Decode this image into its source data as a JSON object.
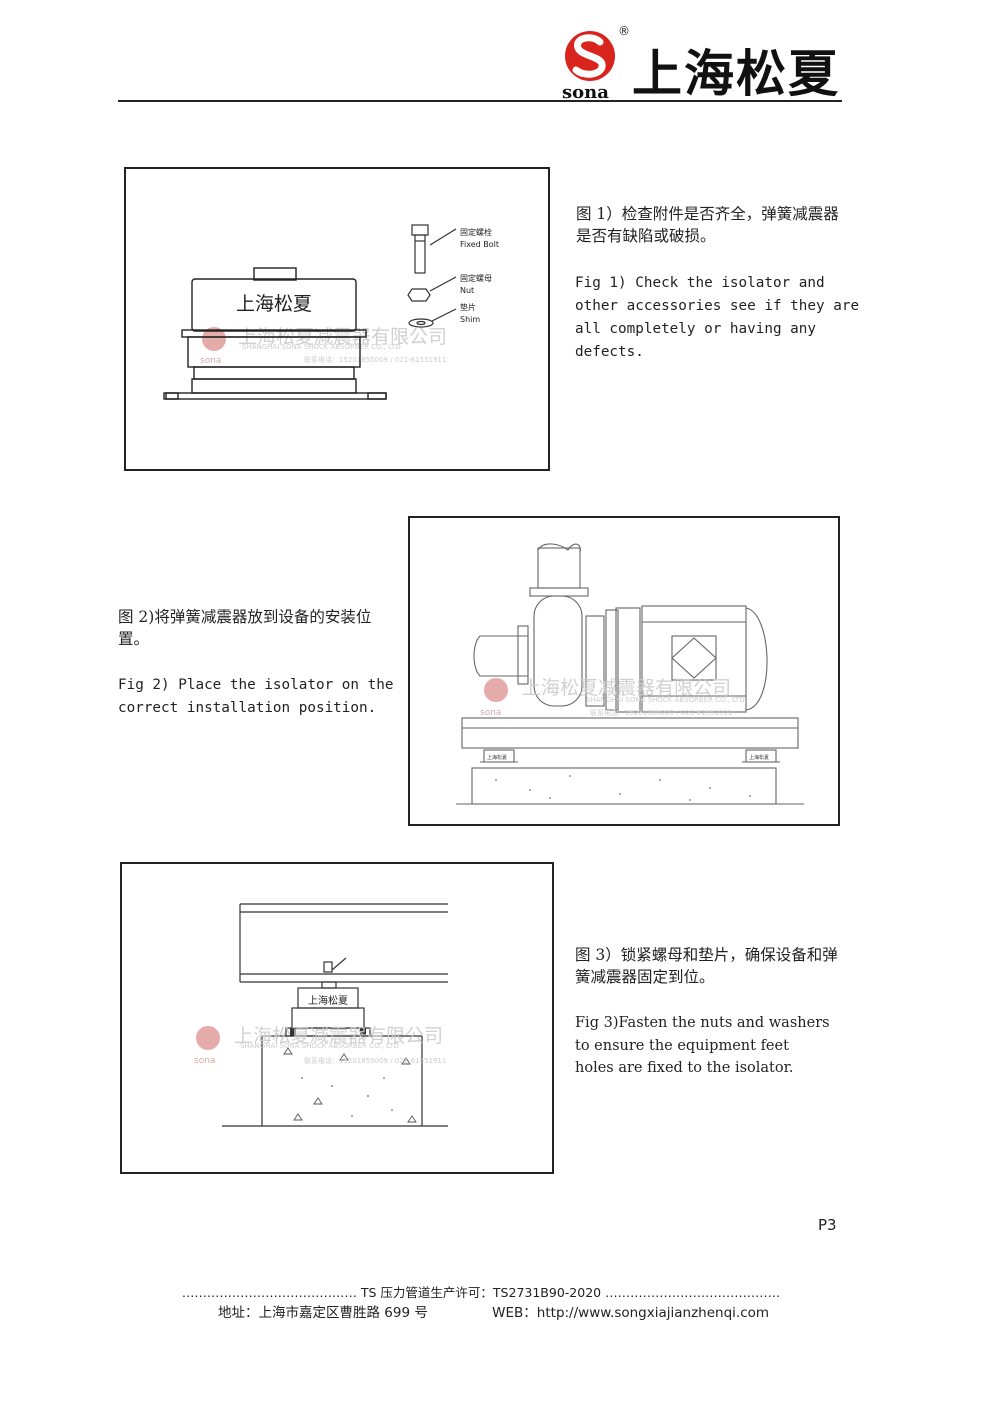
{
  "header": {
    "brand_cn": "上海松夏",
    "brand_en": "sona",
    "registered": "®"
  },
  "figure1": {
    "caption_cn": "图 1）检查附件是否齐全，弹簧减震器是否有缺陷或破损。",
    "caption_en": "Fig 1) Check the isolator and\nother accessories see if they are\nall completely or having any\ndefects.",
    "isolator_label": "上海松夏",
    "parts": [
      {
        "cn": "固定螺栓",
        "en": "Fixed Bolt"
      },
      {
        "cn": "固定螺母",
        "en": "Nut"
      },
      {
        "cn": "垫片",
        "en": "Shim"
      }
    ]
  },
  "figure2": {
    "caption_cn": "图 2)将弹簧减震器放到设备的安装位置。",
    "caption_en": "Fig 2) Place the isolator on the\ncorrect installation position.",
    "isolator_label": "上海松夏"
  },
  "figure3": {
    "caption_cn": "图 3）锁紧螺母和垫片，确保设备和弹簧减震器固定到位。",
    "caption_en": "Fig 3)Fasten the nuts and washers\nto ensure the equipment feet\nholes are fixed to the isolator.",
    "isolator_label": "上海松夏"
  },
  "watermark": {
    "company_cn": "上海松夏减震器有限公司",
    "company_en": "SHANGHAI SONA SHOCK ABSORBER CO., LTD",
    "phone": "联系电话：15201855009 / 021-61551911",
    "logo_text": "sona"
  },
  "page_number": "P3",
  "footer": {
    "license": "TS 压力管道生产许可：TS2731B90-2020",
    "leader_dots": "……………………………………",
    "address": "地址：上海市嘉定区曹胜路 699 号",
    "web": "WEB：http://www.songxiajianzhenqi.com"
  },
  "colors": {
    "logo_red": "#d9231d",
    "rule": "#222222",
    "watermark": "#c8c8c8"
  }
}
